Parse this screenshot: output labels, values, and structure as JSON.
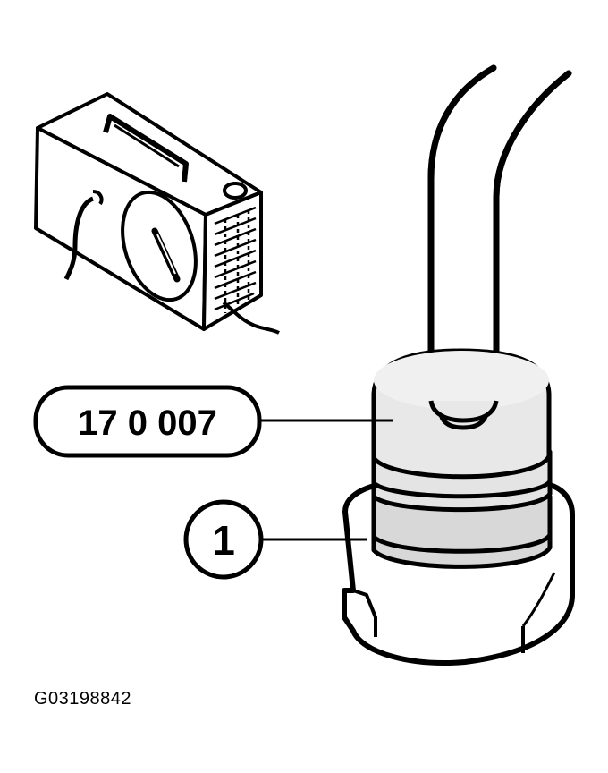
{
  "callouts": {
    "tool_label": "17 0 007",
    "part_label": "1"
  },
  "figure_id": "G03198842",
  "icons": [
    "tester-device-icon",
    "hose-icon",
    "cap-adapter-icon"
  ],
  "colors": {
    "line": "#000000",
    "fill_light": "#e8e8e8",
    "fill_mid": "#d4d4d4",
    "background": "#ffffff"
  }
}
